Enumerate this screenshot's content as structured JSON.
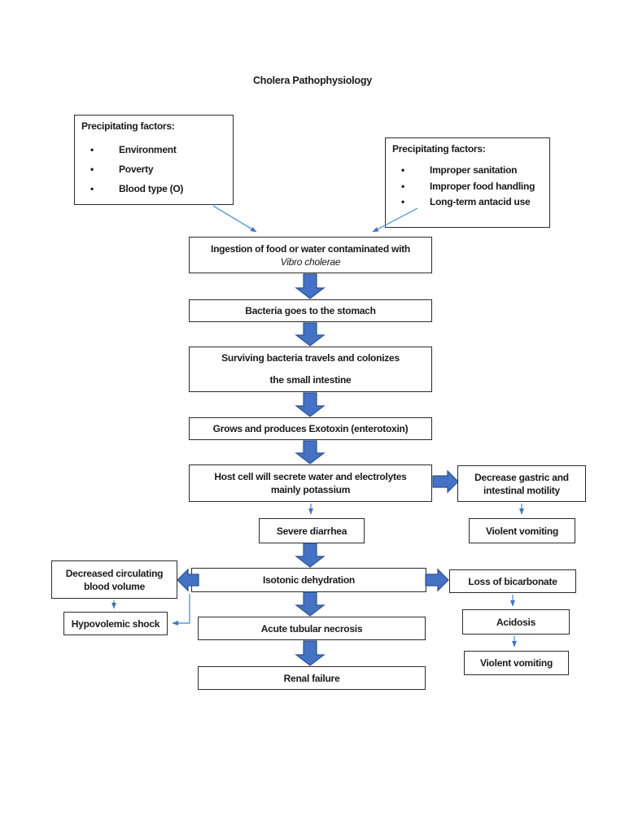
{
  "title": "Cholera Pathophysiology",
  "colors": {
    "block_arrow_fill": "#4472C4",
    "block_arrow_stroke": "#2F528F",
    "connector_stroke": "#5B9BD5",
    "connector_head": "#4472C4"
  },
  "factors_left": {
    "heading": "Precipitating factors:",
    "items": [
      "Environment",
      "Poverty",
      "Blood type (O)"
    ]
  },
  "factors_right": {
    "heading": "Precipitating factors:",
    "items": [
      "Improper sanitation",
      "Improper food handling",
      "Long-term antacid use"
    ]
  },
  "nodes": {
    "ingestion_line1": "Ingestion of food or water contaminated with",
    "ingestion_line2": "Vibro cholerae",
    "stomach": "Bacteria goes to the stomach",
    "colonize_line1": "Surviving bacteria travels and colonizes",
    "colonize_line2": "the small intestine",
    "exotoxin": "Grows and produces Exotoxin (enterotoxin)",
    "secrete_line1": "Host cell will secrete water and electrolytes",
    "secrete_line2": "mainly potassium",
    "motility_line1": "Decrease gastric and",
    "motility_line2": "intestinal motility",
    "vomiting_top": "Violent vomiting",
    "diarrhea": "Severe diarrhea",
    "dehydration": "Isotonic dehydration",
    "blood_volume_line1": "Decreased circulating",
    "blood_volume_line2": "blood volume",
    "bicarbonate": "Loss of bicarbonate",
    "shock": "Hypovolemic shock",
    "acidosis": "Acidosis",
    "vomiting_bottom": "Violent vomiting",
    "necrosis": "Acute tubular necrosis",
    "renal": "Renal failure"
  }
}
